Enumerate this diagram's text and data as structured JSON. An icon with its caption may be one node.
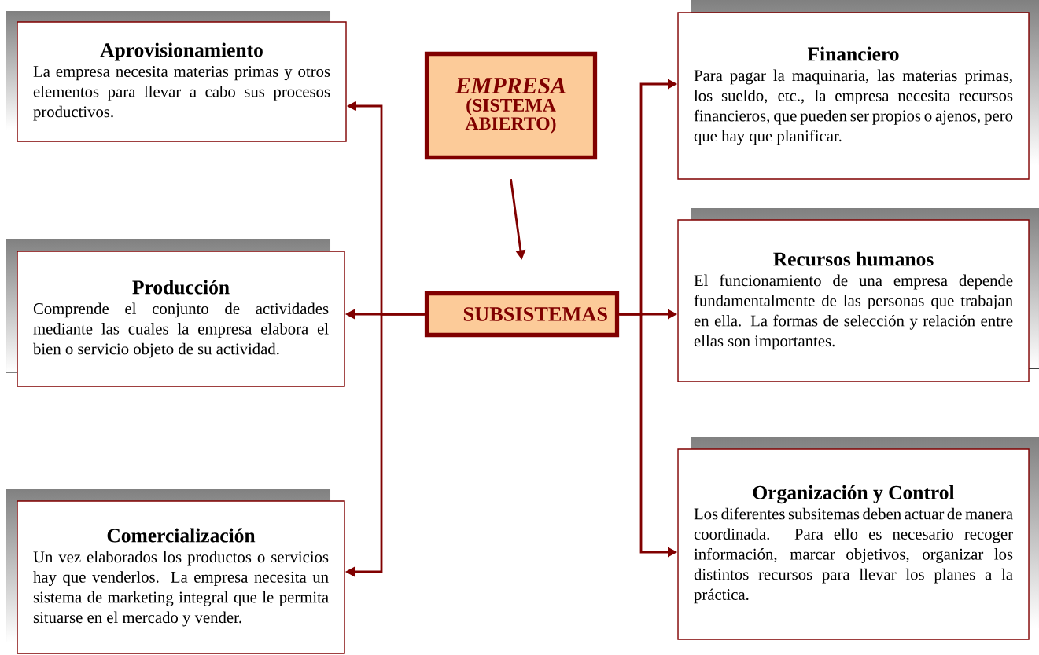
{
  "diagram": {
    "nodes": [
      {
        "text": [
          "Aprovisionamiento",
          "La empresa necesita materias primas y otros elementos para llevar a cabo sus procesos productivos."
        ]
      },
      {
        "text": [
          "EMPRESA",
          "(SISTEMA ABIERTO)"
        ]
      },
      {
        "text": [
          "Financiero",
          "Para pagar la maquinaria, las materias primas, los sueldo, etc., la empresa necesita recursos financieros, que pueden ser propios o ajenos, pero que hay que planificar."
        ]
      },
      {
        "text": [
          "Producción",
          "Comprende el conjunto de actividades mediante las cuales la empresa elabora el bien o servicio objeto de su actividad."
        ]
      },
      {
        "text": [
          "SUBSISTEMAS"
        ]
      },
      {
        "text": [
          "Recursos humanos",
          "El funcionamiento de una empresa depende fundamentalmente de las personas que trabajan en ella. La formas de selección y relación entre ellas son importantes."
        ]
      },
      {
        "text": [
          "Comercialización",
          "Un vez elaborados los productos o servicios hay que venderlos. La empresa necesita un sistema de marketing integral que le permita situarse en el mercado y vender."
        ]
      },
      {
        "text": [
          "Organización y Control",
          "Los diferentes subsitemas deben actuar de manera coordinada. Para ello es necesario recoger información, marcar objetivos, organizar los distintos recursos para llevar los planes a la práctica."
        ]
      }
    ],
    "edges": [
      {
        "from": 1,
        "to": 4,
        "arrow": "to"
      },
      {
        "from": 4,
        "to": 0,
        "arrow": "to"
      },
      {
        "from": 4,
        "to": 3,
        "arrow": "to"
      },
      {
        "from": 4,
        "to": 6,
        "arrow": "to"
      },
      {
        "from": 4,
        "to": 2,
        "arrow": "to"
      },
      {
        "from": 4,
        "to": 5,
        "arrow": "to"
      },
      {
        "from": 4,
        "to": 7,
        "arrow": "to"
      }
    ]
  }
}
